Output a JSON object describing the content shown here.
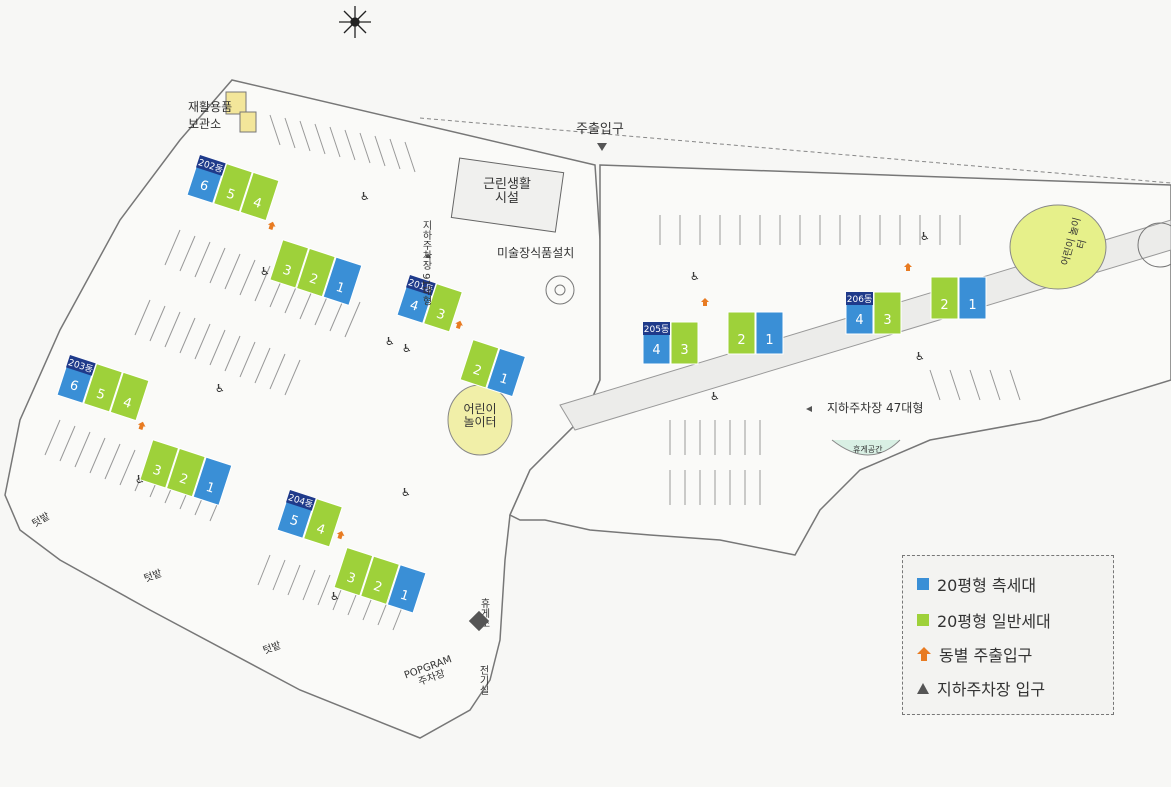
{
  "labels": {
    "recycle": "재활용품 보관소",
    "main_entrance": "주출입구",
    "neighborhood": "근린생활 시설",
    "underground_parking_left": "지하주차장 91대형",
    "art_install": "미술장식품설치",
    "playground_center": "어린이 놀이터",
    "playground_right": "어린이 놀이터",
    "underground_parking_right": "지하주차장 47대형",
    "rest_area": "휴게공간",
    "toilet": "휴게소",
    "popgram": "POPGRAM 주차장",
    "electric": "전기실",
    "backyard_1": "텃밭",
    "backyard_2": "텃밭",
    "backyard_3": "텃밭"
  },
  "buildings": [
    {
      "name": "202동",
      "units": [
        {
          "n": "6",
          "type": "side"
        },
        {
          "n": "5",
          "type": "general"
        },
        {
          "n": "4",
          "type": "general"
        },
        {
          "n": "3",
          "type": "general"
        },
        {
          "n": "2",
          "type": "general"
        },
        {
          "n": "1",
          "type": "side"
        }
      ]
    },
    {
      "name": "201동",
      "units": [
        {
          "n": "4",
          "type": "side"
        },
        {
          "n": "3",
          "type": "general"
        },
        {
          "n": "2",
          "type": "general"
        },
        {
          "n": "1",
          "type": "side"
        }
      ]
    },
    {
      "name": "203동",
      "units": [
        {
          "n": "6",
          "type": "side"
        },
        {
          "n": "5",
          "type": "general"
        },
        {
          "n": "4",
          "type": "general"
        },
        {
          "n": "3",
          "type": "general"
        },
        {
          "n": "2",
          "type": "general"
        },
        {
          "n": "1",
          "type": "side"
        }
      ]
    },
    {
      "name": "204동",
      "units": [
        {
          "n": "5",
          "type": "side"
        },
        {
          "n": "4",
          "type": "general"
        },
        {
          "n": "3",
          "type": "general"
        },
        {
          "n": "2",
          "type": "general"
        },
        {
          "n": "1",
          "type": "side"
        }
      ]
    },
    {
      "name": "205동",
      "units": [
        {
          "n": "4",
          "type": "side"
        },
        {
          "n": "3",
          "type": "general"
        },
        {
          "n": "2",
          "type": "general"
        },
        {
          "n": "1",
          "type": "side"
        }
      ]
    },
    {
      "name": "206동",
      "units": [
        {
          "n": "4",
          "type": "side"
        },
        {
          "n": "3",
          "type": "general"
        },
        {
          "n": "2",
          "type": "general"
        },
        {
          "n": "1",
          "type": "side"
        }
      ]
    }
  ],
  "legend": {
    "side": "20평형 측세대",
    "general": "20평형 일반세대",
    "entrance": "동별 주출입구",
    "parking_entrance": "지하주차장 입구"
  },
  "colors": {
    "side": "#3a8fd6",
    "general": "#9ed13a",
    "entrance": "#e87b22",
    "tag": "#1f3a8a",
    "playground": "#f1efa8",
    "recycle": "#f3e69a"
  }
}
